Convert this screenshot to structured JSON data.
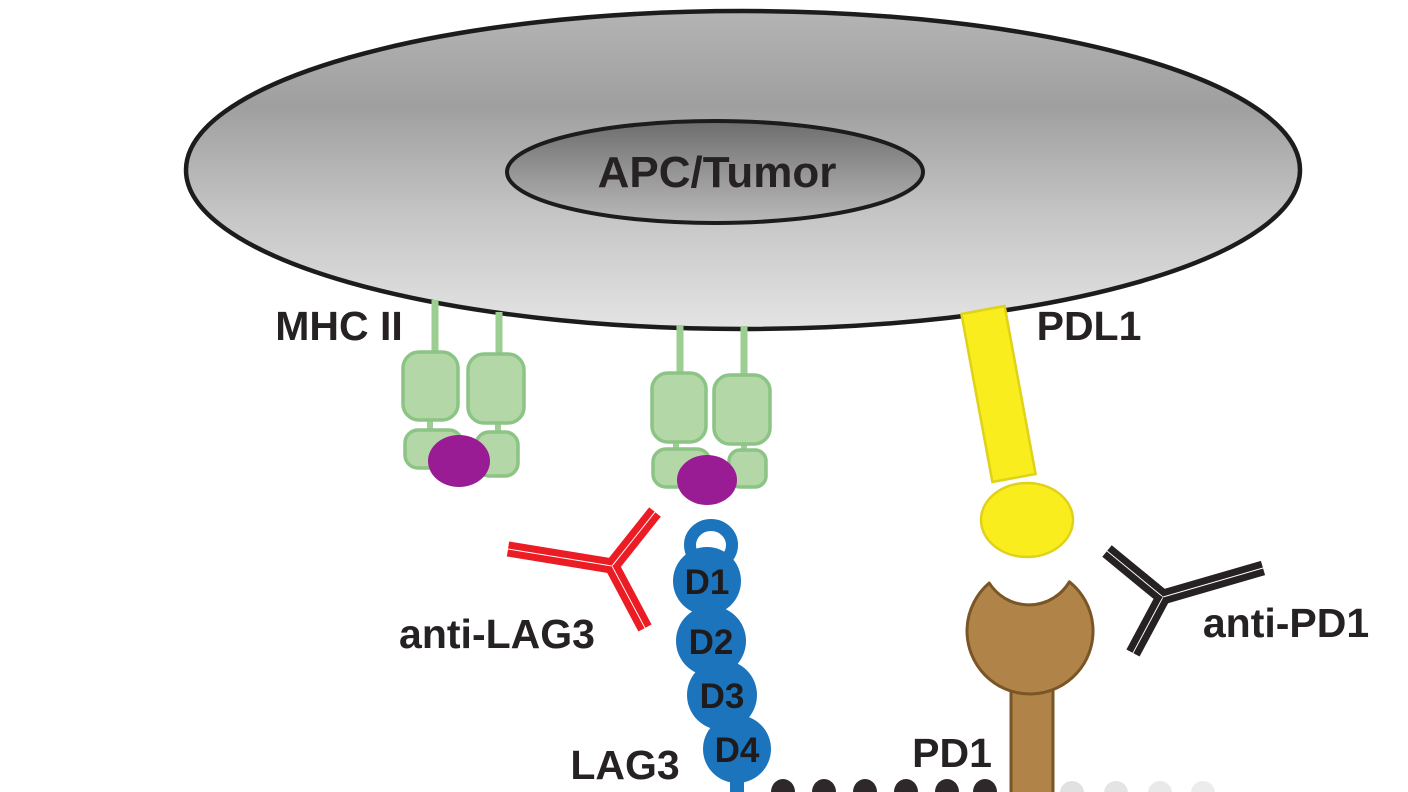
{
  "figure": {
    "cell": {
      "label": "APC/Tumor"
    },
    "molecules": {
      "mhc2_label": "MHC II",
      "pdl1_label": "PDL1",
      "pd1_label": "PD1",
      "lag3_label": "LAG3",
      "anti_lag3_label": "anti-LAG3",
      "anti_pd1_label": "anti-PD1"
    },
    "lag3_domains": [
      {
        "label": "D1"
      },
      {
        "label": "D2"
      },
      {
        "label": "D3"
      },
      {
        "label": "D4"
      }
    ],
    "colors": {
      "membrane_outline": "#1c1c1c",
      "cell_gray_top": "#b4b4b4",
      "cell_gray_bottom": "#e4e4e4",
      "nucleus_gray_top": "#6d6d6d",
      "nucleus_gray_bottom": "#b9b9b9",
      "mhc2_green": "#b3d7a6",
      "mhc2_green_border": "#8cc486",
      "mhc2_stalk_green": "#9ccd92",
      "peptide_purple": "#9a1c95",
      "lag3_blue": "#1b74bc",
      "pdl1_yellow": "#f9ed1d",
      "pd1_brown": "#b08448",
      "pd1_brown_border": "#7a5526",
      "anti_lag3_red": "#ec1c24",
      "anti_pd1_black": "#262122",
      "label_text": "#262223"
    }
  }
}
